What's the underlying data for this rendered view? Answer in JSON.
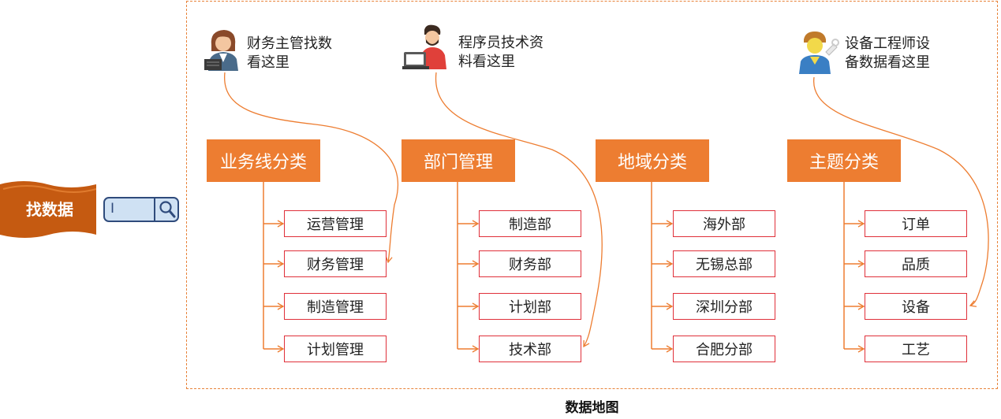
{
  "search": {
    "label": "找数据",
    "cursor": "I"
  },
  "personas": [
    {
      "line1": "财务主管找数",
      "line2": "看这里",
      "icon": "finance-manager-icon"
    },
    {
      "line1": "程序员技术资",
      "line2": "料看这里",
      "icon": "programmer-icon"
    },
    {
      "line1": "设备工程师设",
      "line2": "备数据看这里",
      "icon": "equipment-engineer-icon"
    }
  ],
  "categories": [
    {
      "title": "业务线分类",
      "items": [
        "运营管理",
        "财务管理",
        "制造管理",
        "计划管理"
      ]
    },
    {
      "title": "部门管理",
      "items": [
        "制造部",
        "财务部",
        "计划部",
        "技术部"
      ]
    },
    {
      "title": "地域分类",
      "items": [
        "海外部",
        "无锡总部",
        "深圳分部",
        "合肥分部"
      ]
    },
    {
      "title": "主题分类",
      "items": [
        "订单",
        "品质",
        "设备",
        "工艺"
      ]
    }
  ],
  "caption": "数据地图",
  "colors": {
    "accent": "#ed7d31",
    "item_border": "#e0303a",
    "frame": "#e8833a",
    "search_border": "#2f4b7c",
    "search_fill": "#cfe1f3"
  }
}
